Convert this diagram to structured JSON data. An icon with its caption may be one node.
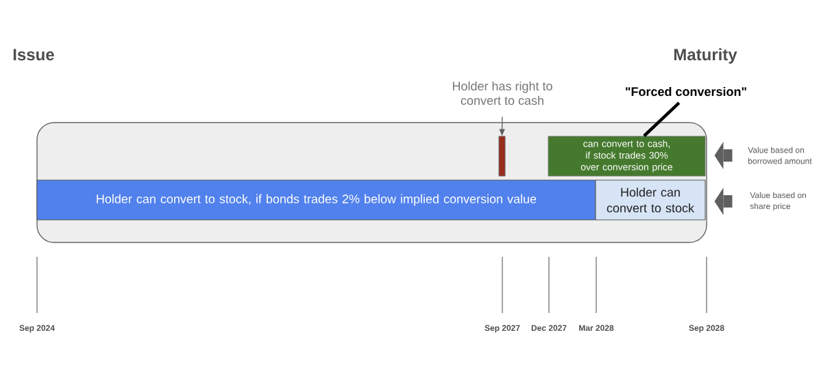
{
  "diagram": {
    "nodes": [
      {
        "text": [],
        "shape": "box"
      },
      {
        "text": [
          "Holder has right to convert to cash"
        ]
      },
      {
        "text": [],
        "shape": "bar",
        "in": 0
      },
      {
        "text": [
          "\"Forced conversion\""
        ]
      },
      {
        "text": [
          "can convert to cash, if stock trades 30% over conversion price"
        ],
        "in": 0
      },
      {
        "text": [
          "Holder can convert to stock, if bonds trades 2% below implied conversion value"
        ],
        "in": 0
      },
      {
        "text": [
          "Holder can convert to stock"
        ],
        "in": 0
      },
      {
        "text": [
          "Value based on borrowed amount"
        ]
      },
      {
        "text": [
          "Value based on share price"
        ]
      }
    ],
    "edges": [
      {
        "from": 1,
        "to": 2,
        "arrow": "to"
      },
      {
        "from": 3,
        "to": 4,
        "arrow": "none",
        "style": "thick",
        "color": "#000000"
      },
      {
        "from": 7,
        "to": 4,
        "arrow": "to"
      },
      {
        "from": 8,
        "to": 6,
        "arrow": "to"
      }
    ],
    "labels": [
      "Issue",
      "Maturity",
      "Sep 2024",
      "Sep 2027",
      "Dec 2027",
      "Mar 2028",
      "Sep 2028"
    ]
  }
}
